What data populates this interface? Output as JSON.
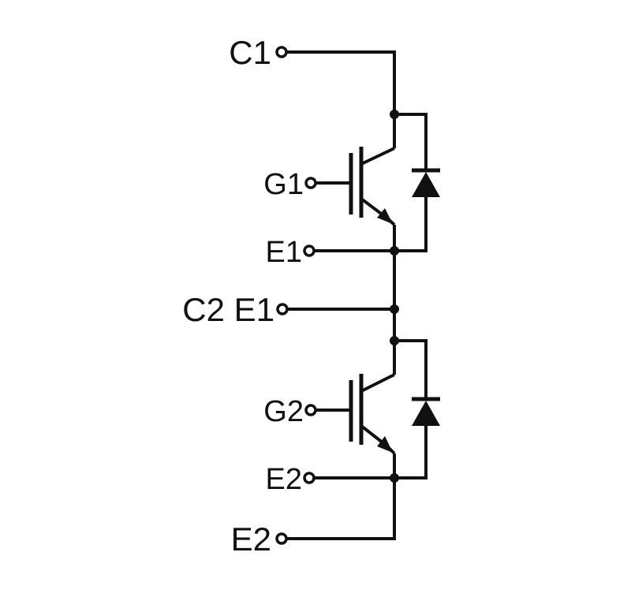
{
  "terminals": {
    "c1": "C1",
    "g1": "G1",
    "e1": "E1",
    "c2e1": "C2 E1",
    "g2": "G2",
    "e2_aux": "E2",
    "e2": "E2"
  },
  "colors": {
    "ink": "#111111",
    "background": "#ffffff"
  },
  "icons": {
    "upper_switch": "igbt-icon",
    "upper_diode": "diode-icon",
    "lower_switch": "igbt-icon",
    "lower_diode": "diode-icon"
  }
}
